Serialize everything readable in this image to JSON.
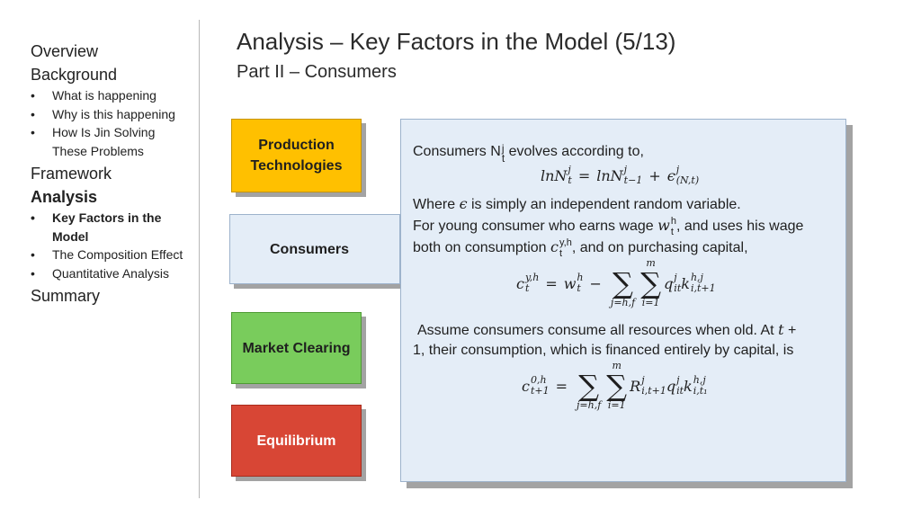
{
  "nav": {
    "overview": "Overview",
    "background": "Background",
    "background_items": [
      "What is happening",
      "Why is this happening",
      "How Is Jin Solving These Problems"
    ],
    "framework": "Framework",
    "analysis": "Analysis",
    "analysis_items": [
      "Key Factors in the Model",
      "The Composition Effect",
      "Quantitative Analysis"
    ],
    "summary": "Summary"
  },
  "header": {
    "title": "Analysis – Key Factors in the Model (5/13)",
    "subtitle": "Part II – Consumers"
  },
  "factors": {
    "production": "Production Technologies",
    "consumers": "Consumers",
    "market": "Market Clearing",
    "equilibrium": "Equilibrium"
  },
  "colors": {
    "production": "#ffc000",
    "consumers": "#e4edf7",
    "market": "#79cc5c",
    "equilibrium": "#d84635"
  },
  "panel": {
    "line1_a": "Consumers N",
    "line1_b": " evolves according to,",
    "where": "Where ",
    "where_rest": " is simply an independent random variable.",
    "young_a": "For young consumer who earns wage ",
    "young_b": ", and uses his wage",
    "both_a": "both on consumption ",
    "both_b": ", and on purchasing capital,",
    "assume_a": "Assume consumers consume all resources when old. At ",
    "assume_b": "1, their consumption, which is financed entirely by capital, is"
  }
}
